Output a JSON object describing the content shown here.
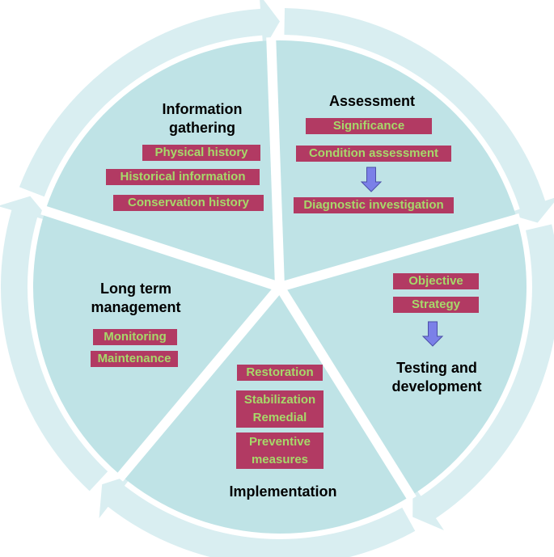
{
  "colors": {
    "sector_fill": "#bfe3e6",
    "arrow_ring": "#d9eef1",
    "box_fill": "#b23a63",
    "box_text": "#a6d96a",
    "down_arrow": "#7b80e8"
  },
  "sectors": {
    "information_gathering": {
      "title": "Information gathering",
      "items": [
        "Physical history",
        "Historical information",
        "Conservation history"
      ]
    },
    "assessment": {
      "title": "Assessment",
      "items": [
        "Significance",
        "Condition assessment",
        "Diagnostic investigation"
      ],
      "arrow_icon": "down-arrow-icon"
    },
    "testing_and_development": {
      "title": "Testing and development",
      "items": [
        "Objective",
        "Strategy"
      ],
      "arrow_icon": "down-arrow-icon"
    },
    "implementation": {
      "title": "Implementation",
      "items": [
        "Restoration",
        "Stabilization Remedial",
        "Preventive measures"
      ]
    },
    "long_term_management": {
      "title": "Long term management",
      "items": [
        "Monitoring",
        "Maintenance"
      ]
    }
  }
}
